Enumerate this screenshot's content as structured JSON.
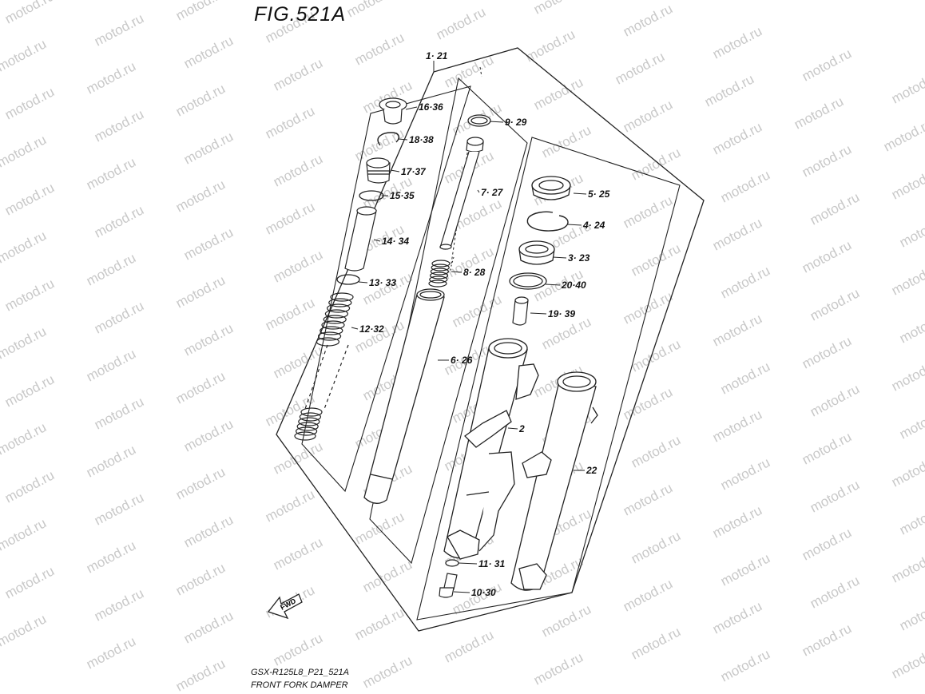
{
  "figure": {
    "title": "FIG.521A",
    "model_code": "GSX-R125L8_P21_521A",
    "name": "FRONT FORK DAMPER"
  },
  "watermark": {
    "text": "motod.ru",
    "color": "#c8c8c8"
  },
  "fwd_arrow": {
    "label": "FWD"
  },
  "callouts": {
    "assembly": "1· 21",
    "p16": "16·36",
    "p18": "18·38",
    "p17": "17·37",
    "p15": "15·35",
    "p14": "14· 34",
    "p13": "13· 33",
    "p12": "12·32",
    "p9": "9· 29",
    "p7": "7· 27",
    "p8": "8· 28",
    "p6": "6· 26",
    "p5": "5· 25",
    "p4": "4· 24",
    "p3": "3· 23",
    "p20": "20·40",
    "p19": "19· 39",
    "p2": "2",
    "p22": "22",
    "p11": "11· 31",
    "p10": "10·30"
  }
}
